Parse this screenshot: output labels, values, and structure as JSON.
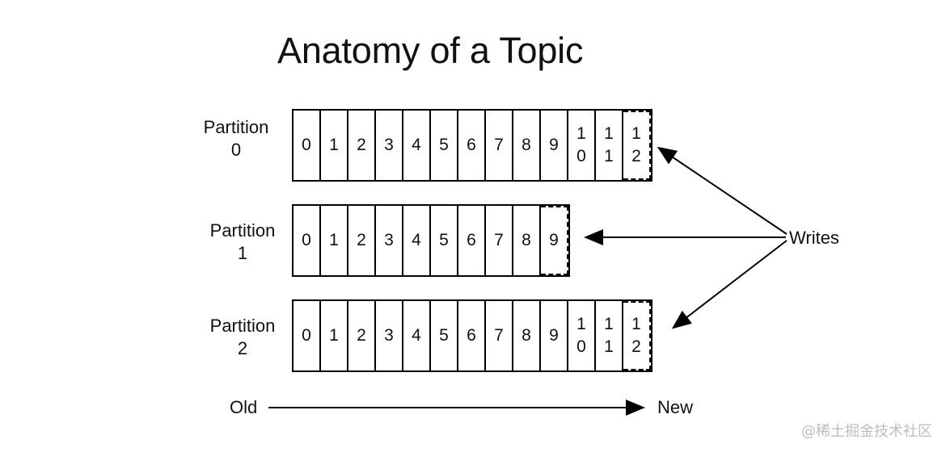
{
  "title": "Anatomy of a Topic",
  "partitions": [
    {
      "label_line1": "Partition",
      "label_line2": "0",
      "cells": [
        {
          "lines": [
            "0"
          ],
          "dashed": false
        },
        {
          "lines": [
            "1"
          ],
          "dashed": false
        },
        {
          "lines": [
            "2"
          ],
          "dashed": false
        },
        {
          "lines": [
            "3"
          ],
          "dashed": false
        },
        {
          "lines": [
            "4"
          ],
          "dashed": false
        },
        {
          "lines": [
            "5"
          ],
          "dashed": false
        },
        {
          "lines": [
            "6"
          ],
          "dashed": false
        },
        {
          "lines": [
            "7"
          ],
          "dashed": false
        },
        {
          "lines": [
            "8"
          ],
          "dashed": false
        },
        {
          "lines": [
            "9"
          ],
          "dashed": false
        },
        {
          "lines": [
            "1",
            "0"
          ],
          "dashed": false
        },
        {
          "lines": [
            "1",
            "1"
          ],
          "dashed": false
        },
        {
          "lines": [
            "1",
            "2"
          ],
          "dashed": true
        }
      ]
    },
    {
      "label_line1": "Partition",
      "label_line2": "1",
      "cells": [
        {
          "lines": [
            "0"
          ],
          "dashed": false
        },
        {
          "lines": [
            "1"
          ],
          "dashed": false
        },
        {
          "lines": [
            "2"
          ],
          "dashed": false
        },
        {
          "lines": [
            "3"
          ],
          "dashed": false
        },
        {
          "lines": [
            "4"
          ],
          "dashed": false
        },
        {
          "lines": [
            "5"
          ],
          "dashed": false
        },
        {
          "lines": [
            "6"
          ],
          "dashed": false
        },
        {
          "lines": [
            "7"
          ],
          "dashed": false
        },
        {
          "lines": [
            "8"
          ],
          "dashed": false
        },
        {
          "lines": [
            "9"
          ],
          "dashed": true
        }
      ]
    },
    {
      "label_line1": "Partition",
      "label_line2": "2",
      "cells": [
        {
          "lines": [
            "0"
          ],
          "dashed": false
        },
        {
          "lines": [
            "1"
          ],
          "dashed": false
        },
        {
          "lines": [
            "2"
          ],
          "dashed": false
        },
        {
          "lines": [
            "3"
          ],
          "dashed": false
        },
        {
          "lines": [
            "4"
          ],
          "dashed": false
        },
        {
          "lines": [
            "5"
          ],
          "dashed": false
        },
        {
          "lines": [
            "6"
          ],
          "dashed": false
        },
        {
          "lines": [
            "7"
          ],
          "dashed": false
        },
        {
          "lines": [
            "8"
          ],
          "dashed": false
        },
        {
          "lines": [
            "9"
          ],
          "dashed": false
        },
        {
          "lines": [
            "1",
            "0"
          ],
          "dashed": false
        },
        {
          "lines": [
            "1",
            "1"
          ],
          "dashed": false
        },
        {
          "lines": [
            "1",
            "2"
          ],
          "dashed": true
        }
      ]
    }
  ],
  "writes_label": "Writes",
  "old_label": "Old",
  "new_label": "New",
  "watermark": "@稀土掘金技术社区",
  "colors": {
    "ink": "#111111",
    "watermark": "#bdbdbd",
    "background": "#ffffff"
  }
}
